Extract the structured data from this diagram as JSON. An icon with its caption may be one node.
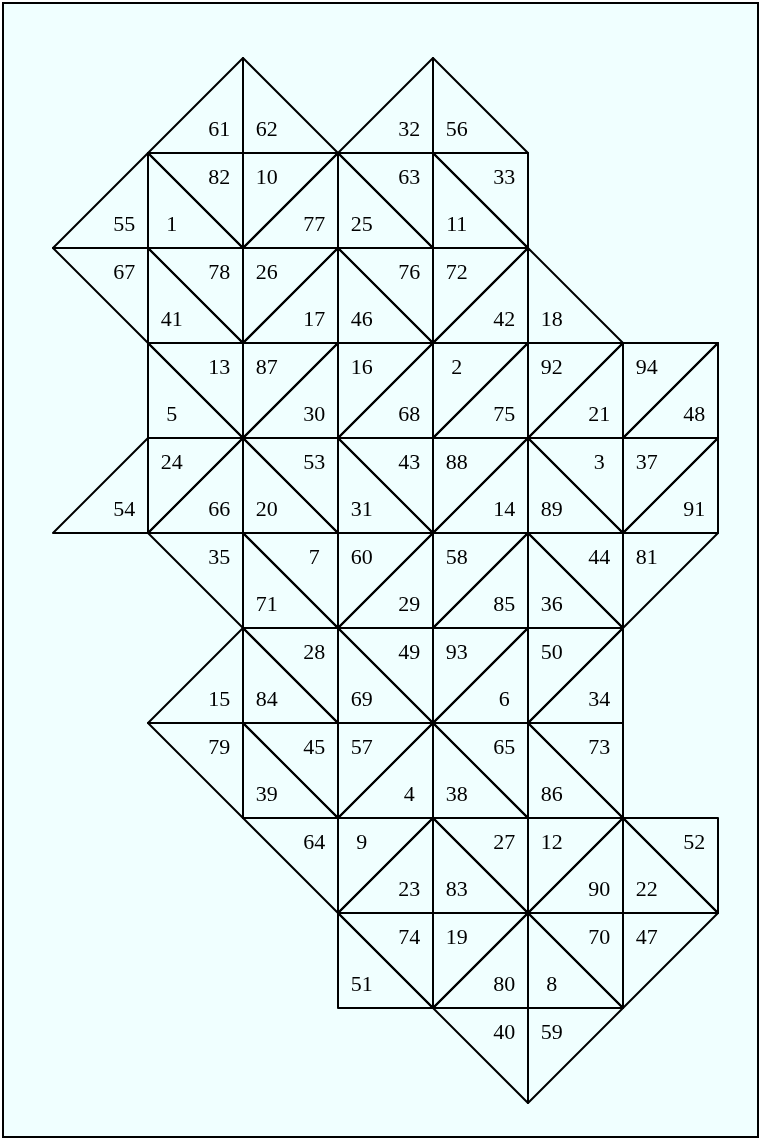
{
  "diagram": {
    "nodes": [
      {
        "text": [
          "61"
        ]
      },
      {
        "text": [
          "62"
        ]
      },
      {
        "text": [
          "32"
        ]
      },
      {
        "text": [
          "56"
        ]
      },
      {
        "text": [
          "55"
        ]
      },
      {
        "text": [
          "82"
        ]
      },
      {
        "text": [
          "1"
        ]
      },
      {
        "text": [
          "10"
        ]
      },
      {
        "text": [
          "77"
        ]
      },
      {
        "text": [
          "63"
        ]
      },
      {
        "text": [
          "25"
        ]
      },
      {
        "text": [
          "33"
        ]
      },
      {
        "text": [
          "11"
        ]
      },
      {
        "text": [
          "67"
        ]
      },
      {
        "text": [
          "78"
        ]
      },
      {
        "text": [
          "41"
        ]
      },
      {
        "text": [
          "26"
        ]
      },
      {
        "text": [
          "17"
        ]
      },
      {
        "text": [
          "76"
        ]
      },
      {
        "text": [
          "46"
        ]
      },
      {
        "text": [
          "72"
        ]
      },
      {
        "text": [
          "42"
        ]
      },
      {
        "text": [
          "18"
        ]
      },
      {
        "text": [
          "13"
        ]
      },
      {
        "text": [
          "5"
        ]
      },
      {
        "text": [
          "87"
        ]
      },
      {
        "text": [
          "30"
        ]
      },
      {
        "text": [
          "16"
        ]
      },
      {
        "text": [
          "68"
        ]
      },
      {
        "text": [
          "2"
        ]
      },
      {
        "text": [
          "75"
        ]
      },
      {
        "text": [
          "92"
        ]
      },
      {
        "text": [
          "21"
        ]
      },
      {
        "text": [
          "94"
        ]
      },
      {
        "text": [
          "48"
        ]
      },
      {
        "text": [
          "54"
        ]
      },
      {
        "text": [
          "24"
        ]
      },
      {
        "text": [
          "66"
        ]
      },
      {
        "text": [
          "53"
        ]
      },
      {
        "text": [
          "20"
        ]
      },
      {
        "text": [
          "43"
        ]
      },
      {
        "text": [
          "31"
        ]
      },
      {
        "text": [
          "88"
        ]
      },
      {
        "text": [
          "14"
        ]
      },
      {
        "text": [
          "3"
        ]
      },
      {
        "text": [
          "89"
        ]
      },
      {
        "text": [
          "37"
        ]
      },
      {
        "text": [
          "91"
        ]
      },
      {
        "text": [
          "35"
        ]
      },
      {
        "text": [
          "7"
        ]
      },
      {
        "text": [
          "71"
        ]
      },
      {
        "text": [
          "60"
        ]
      },
      {
        "text": [
          "29"
        ]
      },
      {
        "text": [
          "58"
        ]
      },
      {
        "text": [
          "85"
        ]
      },
      {
        "text": [
          "44"
        ]
      },
      {
        "text": [
          "36"
        ]
      },
      {
        "text": [
          "81"
        ]
      },
      {
        "text": [
          "15"
        ]
      },
      {
        "text": [
          "28"
        ]
      },
      {
        "text": [
          "84"
        ]
      },
      {
        "text": [
          "49"
        ]
      },
      {
        "text": [
          "69"
        ]
      },
      {
        "text": [
          "93"
        ]
      },
      {
        "text": [
          "6"
        ]
      },
      {
        "text": [
          "50"
        ]
      },
      {
        "text": [
          "34"
        ]
      },
      {
        "text": [
          "79"
        ]
      },
      {
        "text": [
          "45"
        ]
      },
      {
        "text": [
          "39"
        ]
      },
      {
        "text": [
          "57"
        ]
      },
      {
        "text": [
          "4"
        ]
      },
      {
        "text": [
          "65"
        ]
      },
      {
        "text": [
          "38"
        ]
      },
      {
        "text": [
          "73"
        ]
      },
      {
        "text": [
          "86"
        ]
      },
      {
        "text": [
          "64"
        ]
      },
      {
        "text": [
          "9"
        ]
      },
      {
        "text": [
          "23"
        ]
      },
      {
        "text": [
          "27"
        ]
      },
      {
        "text": [
          "83"
        ]
      },
      {
        "text": [
          "12"
        ]
      },
      {
        "text": [
          "90"
        ]
      },
      {
        "text": [
          "52"
        ]
      },
      {
        "text": [
          "22"
        ]
      },
      {
        "text": [
          "74"
        ]
      },
      {
        "text": [
          "51"
        ]
      },
      {
        "text": [
          "19"
        ]
      },
      {
        "text": [
          "80"
        ]
      },
      {
        "text": [
          "70"
        ]
      },
      {
        "text": [
          "8"
        ]
      },
      {
        "text": [
          "47"
        ]
      },
      {
        "text": [
          "40"
        ]
      },
      {
        "text": [
          "59"
        ]
      }
    ]
  }
}
